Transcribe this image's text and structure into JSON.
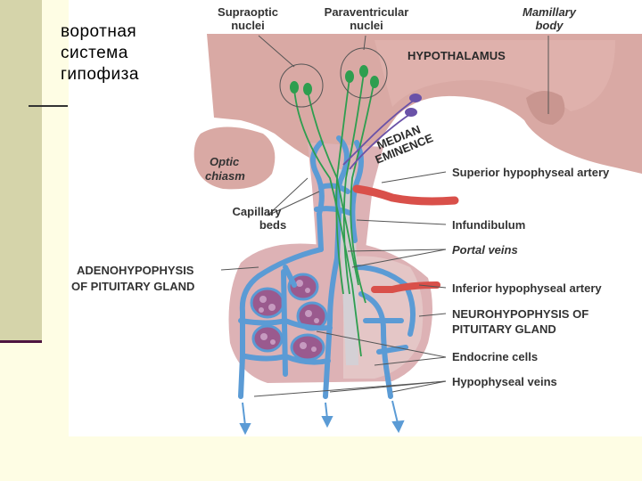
{
  "slide": {
    "title_lines": [
      "воротная",
      "система",
      "гипофиза"
    ]
  },
  "diagram": {
    "labels": {
      "supraoptic_1": "Supraoptic",
      "supraoptic_2": "nuclei",
      "paraventricular_1": "Paraventricular",
      "paraventricular_2": "nuclei",
      "mamillary_1": "Mamillary",
      "mamillary_2": "body",
      "hypothalamus": "HYPOTHALAMUS",
      "median_eminence_1": "MEDIAN",
      "median_eminence_2": "EMINENCE",
      "optic_chiasm_1": "Optic",
      "optic_chiasm_2": "chiasm",
      "capillary_beds_1": "Capillary",
      "capillary_beds_2": "beds",
      "superior_artery": "Superior hypophyseal artery",
      "infundibulum": "Infundibulum",
      "portal_veins": "Portal veins",
      "adeno_1": "ADENOHYPOPHYSIS",
      "adeno_2": "OF PITUITARY GLAND",
      "inferior_artery": "Inferior hypophyseal artery",
      "neuro_1": "NEUROHYPOPHYSIS OF",
      "neuro_2": "PITUITARY GLAND",
      "endocrine_cells": "Endocrine cells",
      "hypophyseal_veins": "Hypophyseal veins"
    },
    "colors": {
      "hypothalamus_tissue": "#d9a9a4",
      "pituitary_tissue": "#ddb2b5",
      "vein_blue": "#5b9bd5",
      "artery_red": "#d9504a",
      "nerve_green": "#2e9e4f",
      "nerve_purple": "#6a52a8",
      "endocrine_purple": "#9a5a8e"
    }
  }
}
